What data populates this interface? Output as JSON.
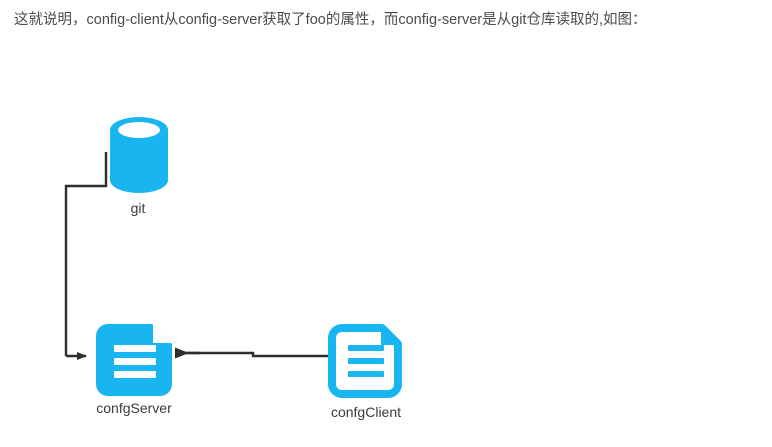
{
  "page": {
    "background_color": "#ffffff",
    "body_text": "这就说明，config-client从config-server获取了foo的属性，而config-server是从git仓库读取的,如图："
  },
  "diagram": {
    "type": "flow-diagram",
    "accent_color": "#19b5f0",
    "line_color": "#2e2e2e",
    "label_color": "#3b3b3b",
    "nodes": [
      {
        "id": "git",
        "label": "git",
        "icon": "database-cylinder-icon",
        "shape": "cylinder",
        "fill": "#19b5f0",
        "top_face_fill": "#ffffff"
      },
      {
        "id": "confg-server",
        "label": "confgServer",
        "icon": "document-filled-icon",
        "shape": "document",
        "fill": "#19b5f0",
        "line_fill": "#ffffff"
      },
      {
        "id": "confg-client",
        "label": "confgClient",
        "icon": "document-outline-icon",
        "shape": "document",
        "stroke": "#19b5f0",
        "fill": "#ffffff",
        "line_fill": "#19b5f0"
      }
    ],
    "edges": [
      {
        "id": "git-to-server",
        "from": "git",
        "to": "confg-server",
        "arrowhead": "end",
        "direction": "left-down-right"
      },
      {
        "id": "client-to-server",
        "from": "confg-client",
        "to": "confg-server",
        "arrowhead": "end",
        "direction": "right-to-left"
      }
    ]
  }
}
